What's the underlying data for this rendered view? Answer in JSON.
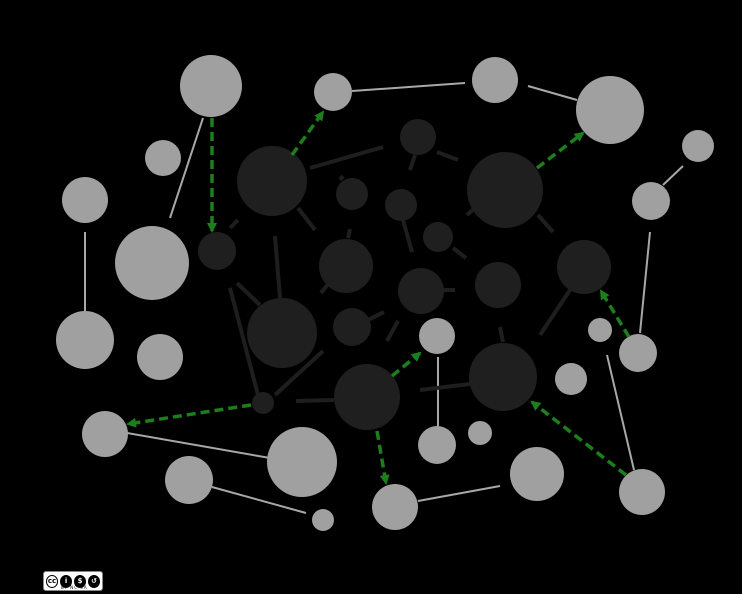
{
  "diagram": {
    "type": "network",
    "colors": {
      "background": "#000000",
      "dark_node": "#1f1f1f",
      "light_node": "#a0a0a0",
      "gray_edge": "#a8a8a8",
      "dark_edge": "#1e1e1e",
      "arrow": "#1b7f1b"
    },
    "node_groups": [
      "dark",
      "light"
    ],
    "edge_styles": [
      "gray-solid",
      "dark-solid",
      "green-dashed-arrow"
    ]
  },
  "license_badge": {
    "icons": [
      "cc-icon",
      "by-icon",
      "nc-icon",
      "sa-icon"
    ],
    "symbols": [
      "cc",
      "i",
      "$",
      "↺"
    ],
    "caption": "BY NC SA"
  }
}
